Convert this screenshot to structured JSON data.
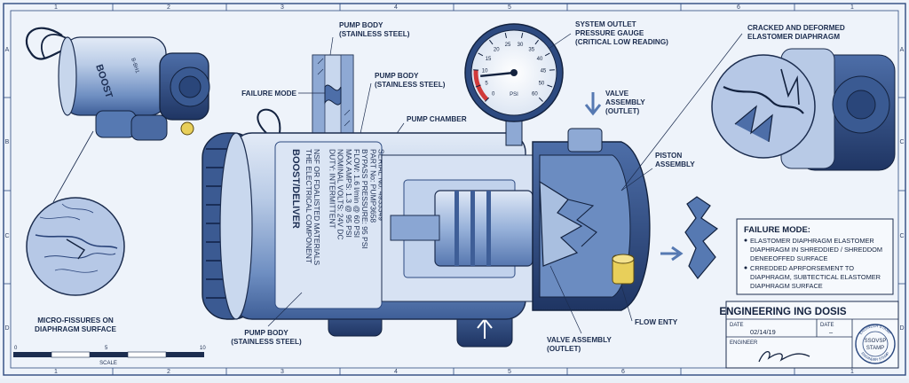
{
  "border": {
    "top_numbers": [
      "1",
      "2",
      "3",
      "4",
      "5",
      "6",
      "1"
    ],
    "bottom_numbers": [
      "1",
      "2",
      "3",
      "4",
      "5",
      "6",
      "1"
    ],
    "left_letters": [
      "A",
      "B",
      "C",
      "D"
    ],
    "right_letters": [
      "A",
      "C",
      "C",
      "D"
    ]
  },
  "callouts": {
    "pump_body_top": [
      "PUMP BODY",
      "(STAINLESS STEEL)"
    ],
    "failure_mode": "FAILURE MODE",
    "pump_body_mid": [
      "PUMP BODY",
      "(STAINLESS STEEL)"
    ],
    "pump_chamber": "PUMP CHAMBER",
    "gauge": [
      "SYSTEM OUTLET",
      "PRESSURE GAUGE",
      "(CRITICAL LOW READING)"
    ],
    "diaphragm": [
      "CRACKED AND DEFORMED",
      "ELASTOMER DIAPHRAGM"
    ],
    "valve_outlet_top": [
      "VALVE",
      "ASSEMBLY",
      "(OUTLET)"
    ],
    "piston": [
      "PISTON",
      "ASSEMBLY"
    ],
    "micro": [
      "MICRO-FISSURES ON",
      "DIAPHRAGM SURFACE"
    ],
    "pump_body_bottom": [
      "PUMP BODY",
      "(STAINLESS STEEL)"
    ],
    "valve_outlet_bottom": [
      "VALVE ASSEMBLY",
      "(OUTLET)"
    ],
    "flow_entry": "FLOW ENTY"
  },
  "gauge": {
    "ticks": [
      "0",
      "5",
      "10",
      "15",
      "20",
      "25",
      "30",
      "35",
      "40",
      "45",
      "50",
      "60"
    ],
    "unit": "PSI",
    "reading": 8
  },
  "pump_label": {
    "brand": "BOOST/DELIVER",
    "lines": [
      "THE ELECTRICAL COMPONENT",
      "NSF OR FDALISTED MATERIALS",
      "DUTY: INTERMITTENT",
      "NOMINAL VOLTS: 24V DC",
      "MAX AMPS: 1.3 @ 95 PSI",
      "FLOW: 1.6 l/min @ 60 PSI",
      "BYPASS PRESSURE: 95 PSI",
      "PART No: PUMP3658",
      "SERIAL No: 4933349"
    ]
  },
  "small_pump": {
    "brand": "BOOST",
    "code": "B-BH1"
  },
  "failure_mode_box": {
    "title": "FAILURE MODE:",
    "items": [
      [
        "ELASTOMER DIAPHRAGM ELASTOMER",
        "DIAPHRAGM IN SHREDDIED / SHREDDOM",
        "DENEEOFFED SURFACE"
      ],
      [
        "CRREDDED APRFORSEMENT TO",
        "DIAPHRAGM, SUBTECTICAL ELASTOMER",
        "DIAPHRAGM SURFACE"
      ]
    ]
  },
  "scale_bar": {
    "ticks": [
      "0",
      "5",
      "10"
    ],
    "label": "SCALE"
  },
  "title_block": {
    "title": "ENGINEERING ING DOSIS",
    "date_label": "DATE",
    "date_value": "02/14/19",
    "date2_label": "DATE",
    "date2_value": "–",
    "engineer_label": "ENGINEER",
    "stamp": [
      "SSOVSP",
      "STAMP"
    ],
    "stamp_ring_top": "ENGINEER STAMP",
    "stamp_ring_bottom": "ENGINEER STAMP"
  },
  "colors": {
    "ink": "#1c2d4f",
    "blue_dark": "#2d4a80",
    "blue_mid": "#5679b2",
    "blue_light": "#a9bfe0",
    "gauge_red": "#d03a3a",
    "brass": "#e8cf5a"
  }
}
